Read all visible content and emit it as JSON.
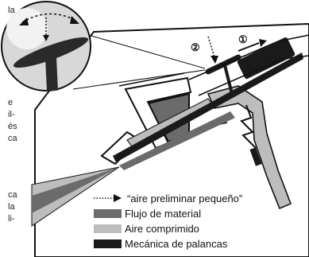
{
  "side_text": [
    "la",
    "e",
    "il-",
    "és",
    "ca",
    "ca",
    "la",
    "li-"
  ],
  "callouts": {
    "one": "①",
    "two": "②"
  },
  "legend": {
    "items": [
      {
        "label": "“aire preliminar pequeño”",
        "kind": "dotted-arrow"
      },
      {
        "label": "Flujo de material",
        "kind": "swatch",
        "color": "#6b6b6b"
      },
      {
        "label": "Aire comprimido",
        "kind": "swatch",
        "color": "#bdbdbd"
      },
      {
        "label": "Mecánica de palancas",
        "kind": "swatch",
        "color": "#1a1a1a"
      }
    ]
  },
  "colors": {
    "line": "#111111",
    "material": "#6b6b6b",
    "air": "#bdbdbd",
    "mechanics": "#1a1a1a",
    "body_fill": "#ffffff"
  }
}
